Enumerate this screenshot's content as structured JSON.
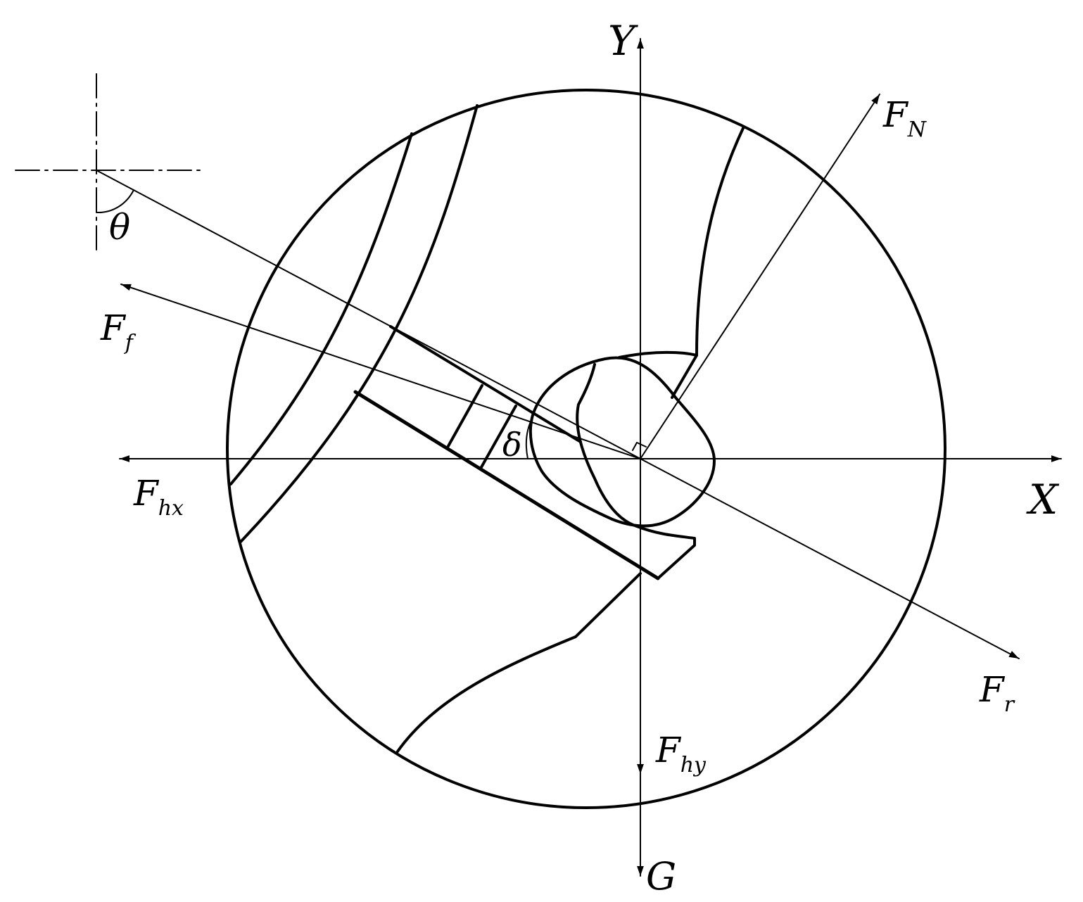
{
  "colors": {
    "stroke": "#000000",
    "background": "#ffffff"
  },
  "axes": {
    "x": "X",
    "y": "Y"
  },
  "forces": {
    "normal": {
      "main": "F",
      "sub": "N"
    },
    "friction": {
      "main": "F",
      "sub": "f"
    },
    "radial": {
      "main": "F",
      "sub": "r"
    },
    "hx": {
      "main": "F",
      "sub": "hx"
    },
    "hy": {
      "main": "F",
      "sub": "hy"
    },
    "gravity": {
      "main": "G"
    }
  },
  "angles": {
    "theta": "θ",
    "delta": "δ"
  }
}
